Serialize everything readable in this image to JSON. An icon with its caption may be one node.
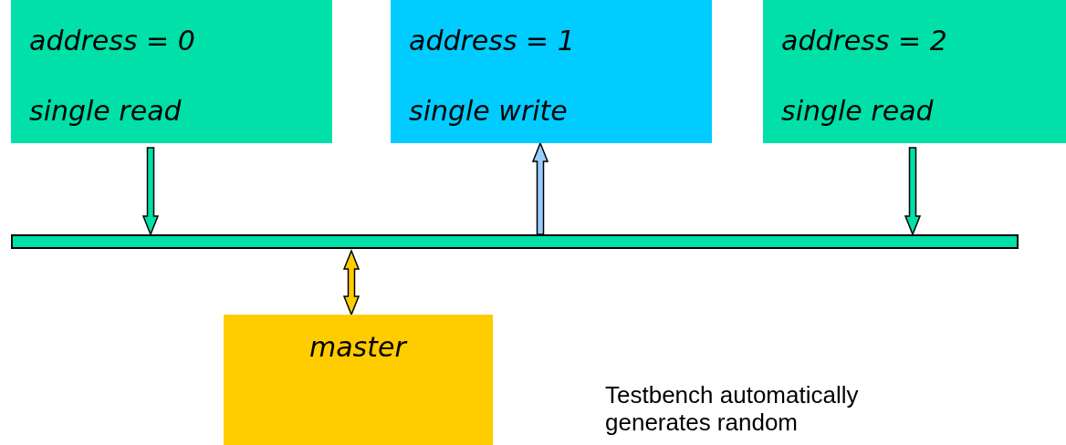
{
  "diagram": {
    "nodes": [
      {
        "text": [
          "address = 0",
          "single read"
        ]
      },
      {
        "text": [
          "address = 1",
          "single write"
        ]
      },
      {
        "text": [
          "address = 2",
          "single read"
        ]
      },
      {
        "text": [],
        "shape": "bar"
      },
      {
        "text": [
          "master"
        ]
      }
    ],
    "edges": [
      {
        "from": 0,
        "to": 3,
        "arrow": "to"
      },
      {
        "from": 3,
        "to": 1,
        "arrow": "to",
        "color": "#99ccff"
      },
      {
        "from": 2,
        "to": 3,
        "arrow": "to"
      },
      {
        "from": 3,
        "to": 4,
        "arrow": "both",
        "color": "#ffcc00"
      }
    ],
    "labels": [
      "Testbench automatically generates random"
    ]
  }
}
